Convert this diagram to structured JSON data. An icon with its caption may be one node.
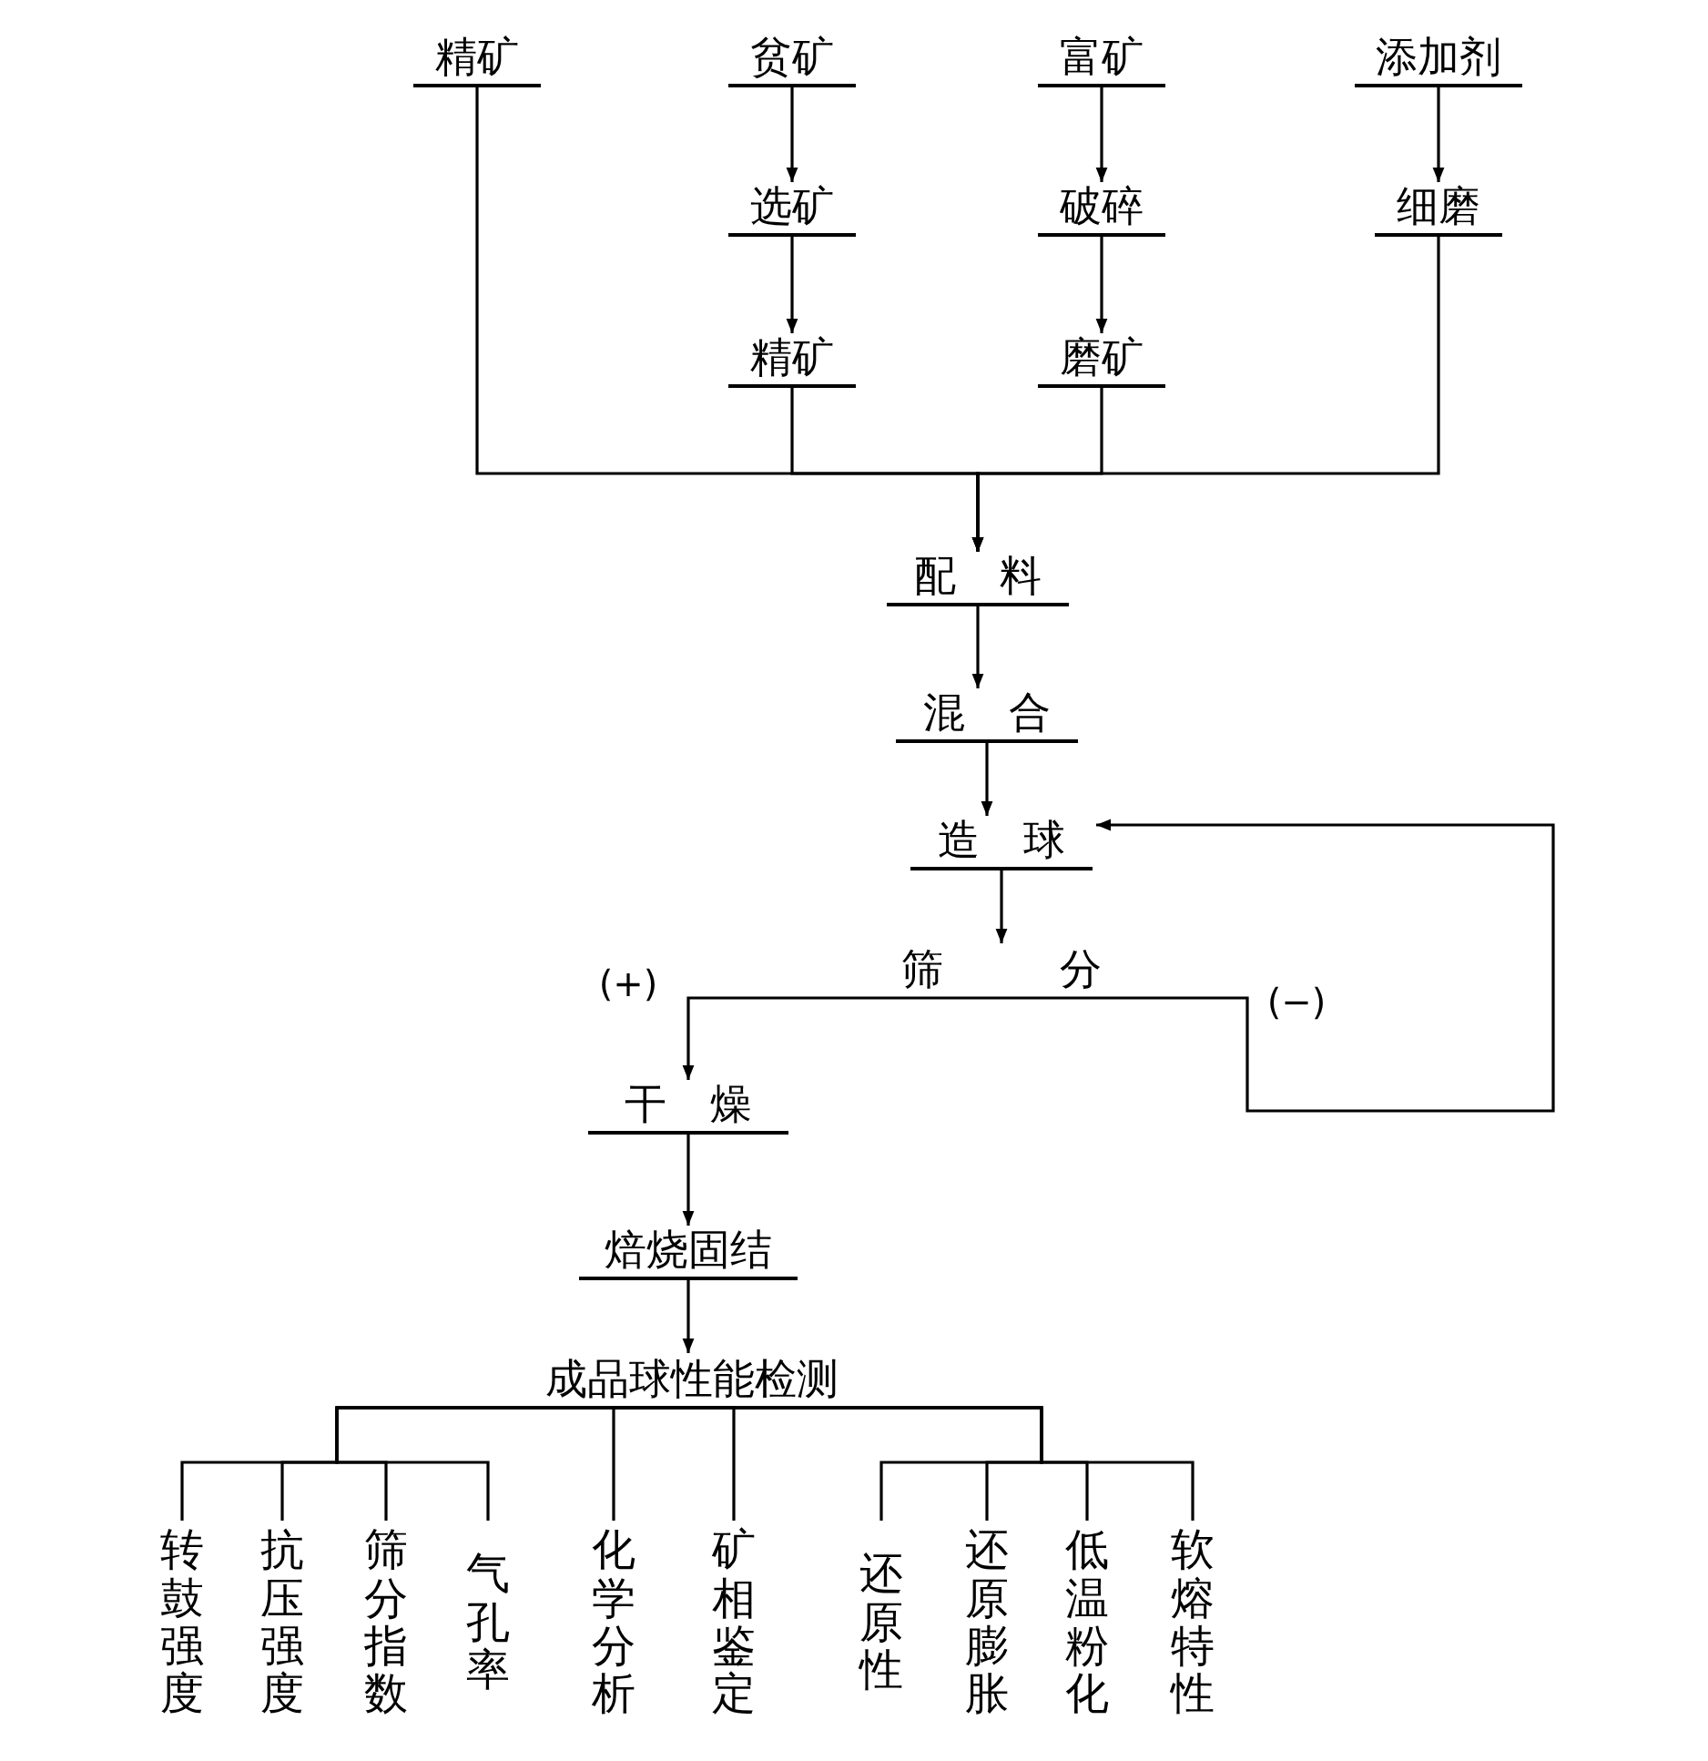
{
  "diagram": {
    "nodes": [
      {
        "text": [
          "精矿"
        ]
      },
      {
        "text": [
          "贫矿"
        ]
      },
      {
        "text": [
          "富矿"
        ]
      },
      {
        "text": [
          "添加剂"
        ]
      },
      {
        "text": [
          "选矿"
        ]
      },
      {
        "text": [
          "破碎"
        ]
      },
      {
        "text": [
          "细磨"
        ]
      },
      {
        "text": [
          "精矿"
        ]
      },
      {
        "text": [
          "磨矿"
        ]
      },
      {
        "text": [
          "配料"
        ]
      },
      {
        "text": [
          "混合"
        ]
      },
      {
        "text": [
          "造球"
        ]
      },
      {
        "text": [
          "筛分"
        ]
      },
      {
        "text": [
          "干燥"
        ]
      },
      {
        "text": [
          "焙烧固结"
        ]
      },
      {
        "text": [
          "成品球性能检测"
        ]
      },
      {
        "text": [
          "转鼓强度"
        ]
      },
      {
        "text": [
          "抗压强度"
        ]
      },
      {
        "text": [
          "筛分指数"
        ]
      },
      {
        "text": [
          "气孔率"
        ]
      },
      {
        "text": [
          "化学分析"
        ]
      },
      {
        "text": [
          "矿相鉴定"
        ]
      },
      {
        "text": [
          "还原性"
        ]
      },
      {
        "text": [
          "还原膨胀"
        ]
      },
      {
        "text": [
          "低温粉化"
        ]
      },
      {
        "text": [
          "软熔特性"
        ]
      }
    ],
    "edges": [
      {
        "from": 1,
        "to": 4,
        "arrow": "to"
      },
      {
        "from": 4,
        "to": 7,
        "arrow": "to"
      },
      {
        "from": 2,
        "to": 5,
        "arrow": "to"
      },
      {
        "from": 5,
        "to": 8,
        "arrow": "to"
      },
      {
        "from": 3,
        "to": 6,
        "arrow": "to"
      },
      {
        "from": 0,
        "to": 9,
        "arrow": "to"
      },
      {
        "from": 7,
        "to": 9,
        "arrow": "to"
      },
      {
        "from": 8,
        "to": 9,
        "arrow": "to"
      },
      {
        "from": 6,
        "to": 9,
        "arrow": "to"
      },
      {
        "from": 9,
        "to": 10,
        "arrow": "to"
      },
      {
        "from": 10,
        "to": 11,
        "arrow": "to"
      },
      {
        "from": 11,
        "to": 12,
        "arrow": "to"
      },
      {
        "from": 12,
        "to": 13,
        "arrow": "to",
        "label": "(+)"
      },
      {
        "from": 12,
        "to": 11,
        "arrow": "to",
        "label": "(−)"
      },
      {
        "from": 13,
        "to": 14,
        "arrow": "to"
      },
      {
        "from": 14,
        "to": 15,
        "arrow": "to"
      },
      {
        "from": 15,
        "to": 16,
        "arrow": "none"
      },
      {
        "from": 15,
        "to": 17,
        "arrow": "none"
      },
      {
        "from": 15,
        "to": 18,
        "arrow": "none"
      },
      {
        "from": 15,
        "to": 19,
        "arrow": "none"
      },
      {
        "from": 15,
        "to": 20,
        "arrow": "none"
      },
      {
        "from": 15,
        "to": 21,
        "arrow": "none"
      },
      {
        "from": 15,
        "to": 22,
        "arrow": "none"
      },
      {
        "from": 15,
        "to": 23,
        "arrow": "none"
      },
      {
        "from": 15,
        "to": 24,
        "arrow": "none"
      },
      {
        "from": 15,
        "to": 25,
        "arrow": "none"
      }
    ]
  }
}
